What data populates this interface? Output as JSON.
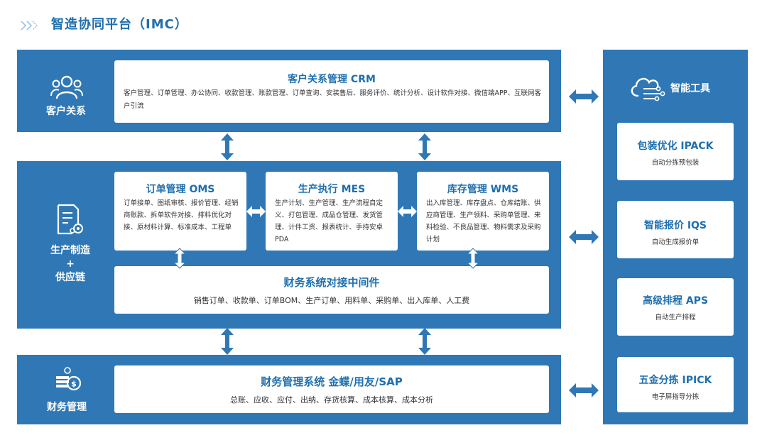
{
  "header": {
    "title": "智造协同平台（IMC）"
  },
  "sections": {
    "customer": {
      "label": "客户关系",
      "icon": "users-icon"
    },
    "production": {
      "label_lines": [
        "生产制造",
        "+",
        "供应链"
      ],
      "icon": "document-gear-icon"
    },
    "finance": {
      "label": "财务管理",
      "icon": "money-icon"
    }
  },
  "crm": {
    "title": "客户关系管理 CRM",
    "body": "客户管理、订单管理、办公协同、收款管理、账款管理、订单查询、安装售后、服务评价、统计分析、设计软件对接、微信端APP、互联网客户引流"
  },
  "oms": {
    "title": "订单管理 OMS",
    "body": "订单接单、图纸审核、报价管理、经销商账款、拆单软件对接、排料优化对接、原材料计算、标准成本、工程单"
  },
  "mes": {
    "title": "生产执行 MES",
    "body": "生产计划、生产管理、生产流程自定义、打包管理、成品仓管理、发货管理、计件工资、报表统计、手持安卓PDA"
  },
  "wms": {
    "title": "库存管理 WMS",
    "body": "出入库管理、库存盘点、仓库结账、供应商管理、生产领料、采购单管理、来料检验、不良品管理、物料需求及采购计划"
  },
  "middleware": {
    "title": "财务系统对接中间件",
    "body": "销售订单、收款单、订单BOM、生产订单、用料单、采购单、出入库单、人工费"
  },
  "finance_system": {
    "title": "财务管理系统 金蝶/用友/SAP",
    "body": "总账、应收、应付、出纳、存货核算、成本核算、成本分析"
  },
  "tools": {
    "label": "智能工具",
    "icon": "cloud-network-icon",
    "items": [
      {
        "title": "包装优化 IPACK",
        "desc": "自动分拣预包装"
      },
      {
        "title": "智能报价 IQS",
        "desc": "自动生成报价单"
      },
      {
        "title": "高级排程 APS",
        "desc": "自动生产排程"
      },
      {
        "title": "五金分拣 IPICK",
        "desc": "电子屏指导分拣"
      }
    ]
  },
  "colors": {
    "band": "#2f78b5",
    "title": "#1f6fae",
    "text": "#333333",
    "background": "#ffffff"
  }
}
